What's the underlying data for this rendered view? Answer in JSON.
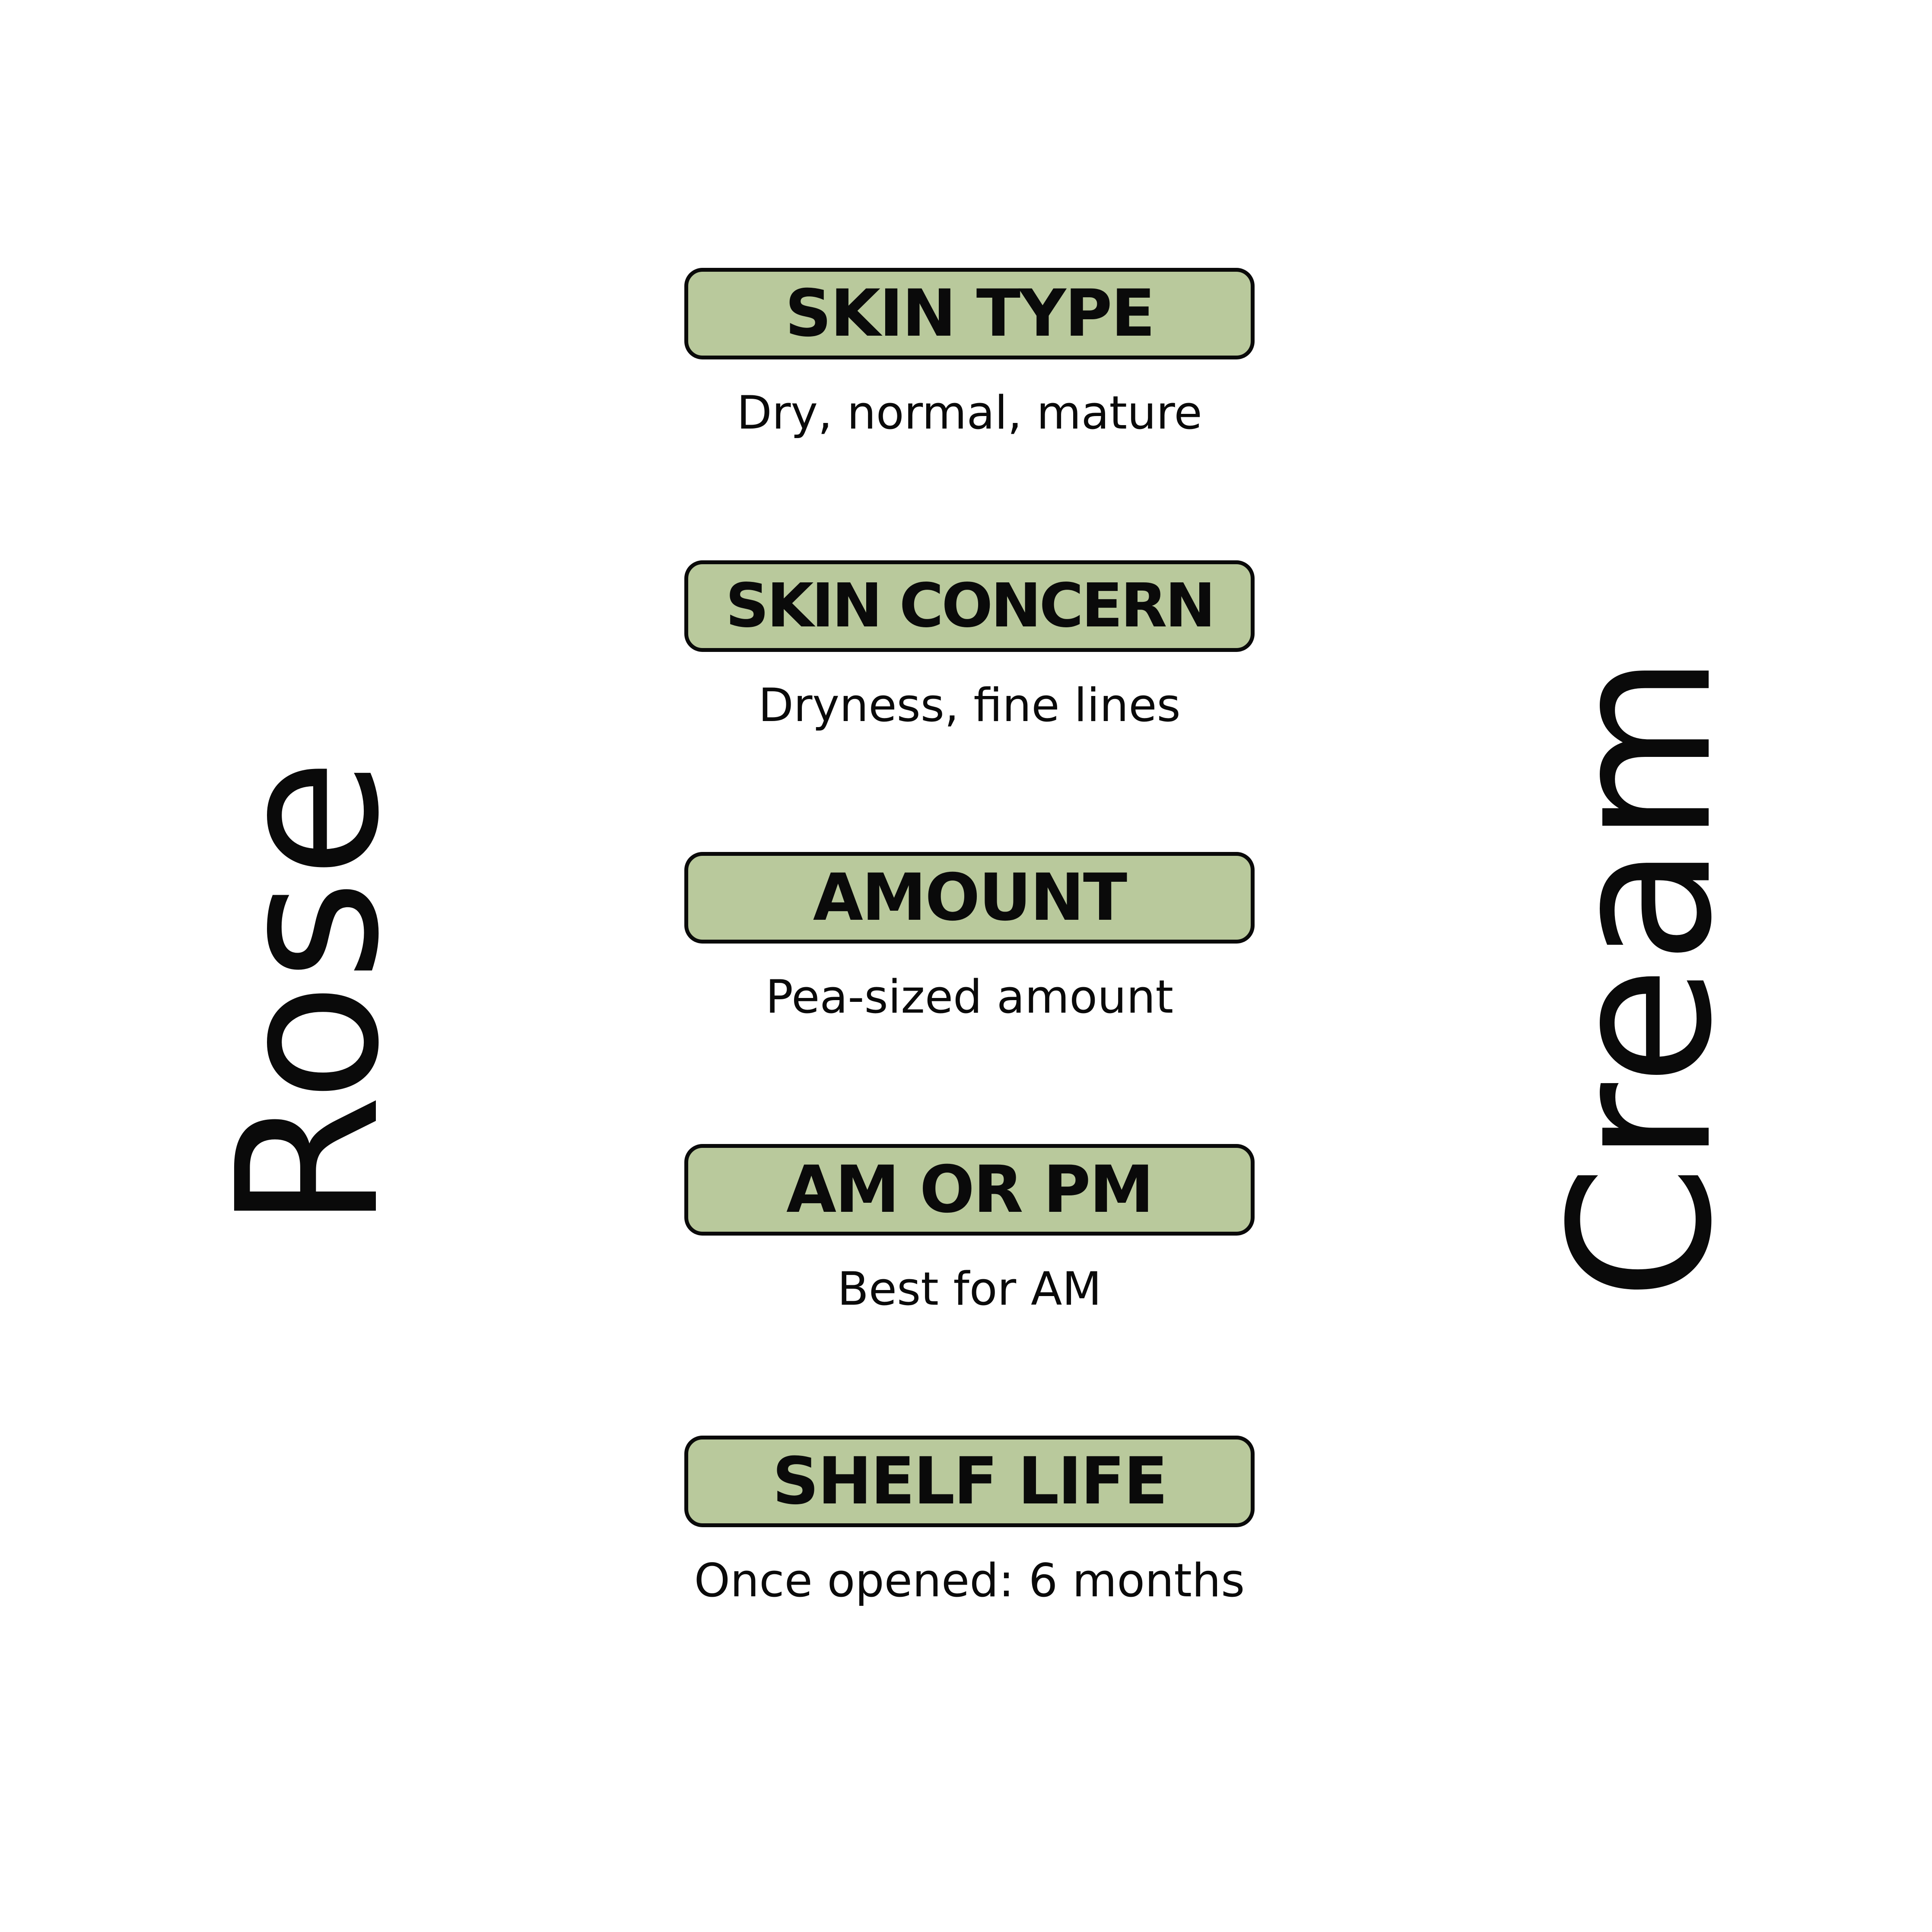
{
  "titles": {
    "left": "Rose",
    "right": "Cream"
  },
  "colors": {
    "pill_fill": "#b9c99c",
    "pill_border": "#0a0a0a",
    "text": "#0a0a0a",
    "background": "#ffffff"
  },
  "sections": [
    {
      "label": "SKIN TYPE",
      "value": "Dry, normal, mature"
    },
    {
      "label": "SKIN CONCERN",
      "value": "Dryness, fine lines"
    },
    {
      "label": "AMOUNT",
      "value": "Pea-sized amount"
    },
    {
      "label": "AM OR PM",
      "value": "Best for AM"
    },
    {
      "label": "SHELF LIFE",
      "value": "Once opened: 6 months"
    }
  ]
}
